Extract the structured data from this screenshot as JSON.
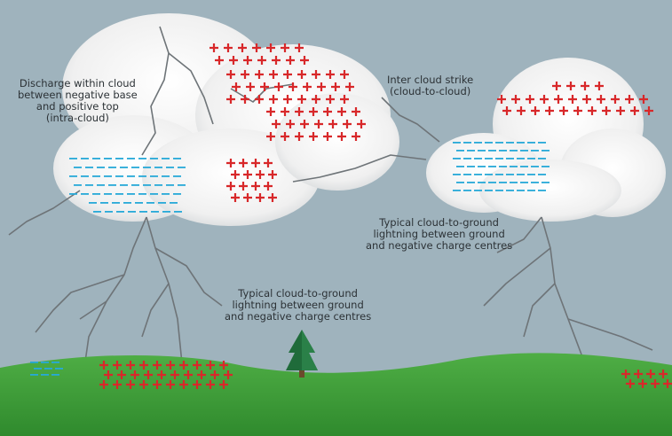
{
  "labels": {
    "intra_cloud": [
      "Discharge within cloud",
      "between negative base",
      "and positive top",
      "(intra-cloud)"
    ],
    "inter_cloud": [
      "Inter cloud strike",
      "(cloud-to-cloud)"
    ],
    "cloud_to_ground_right": [
      "Typical cloud-to-ground",
      "lightning between ground",
      "and negative charge centres"
    ],
    "cloud_to_ground_center": [
      "Typical cloud-to-ground",
      "lightning between ground",
      "and negative charge centres"
    ]
  },
  "colors": {
    "sky": "#9fb3bd",
    "cloud": "#f2f2f2",
    "positive": "#d8282a",
    "negative": "#27a9d8",
    "ground": "#3f9a3a",
    "lightning": "#6e7478"
  },
  "symbols": {
    "positive": "+",
    "negative": "−"
  }
}
